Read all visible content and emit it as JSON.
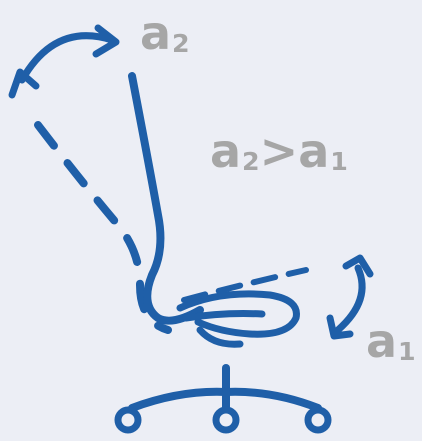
{
  "labels": {
    "a2_top": {
      "base": "a",
      "sub": "2"
    },
    "comparison": {
      "base1": "a",
      "sub1": "2",
      "op": ">",
      "base2": "a",
      "sub2": "1"
    },
    "a1_right": {
      "base": "a",
      "sub": "1"
    }
  },
  "colors": {
    "background": "#eceef5",
    "chair": "#1f5fa8",
    "label": "#a6a6a6"
  },
  "icons": [
    "chair-diagram",
    "curved-double-arrow-top",
    "curved-double-arrow-right"
  ]
}
